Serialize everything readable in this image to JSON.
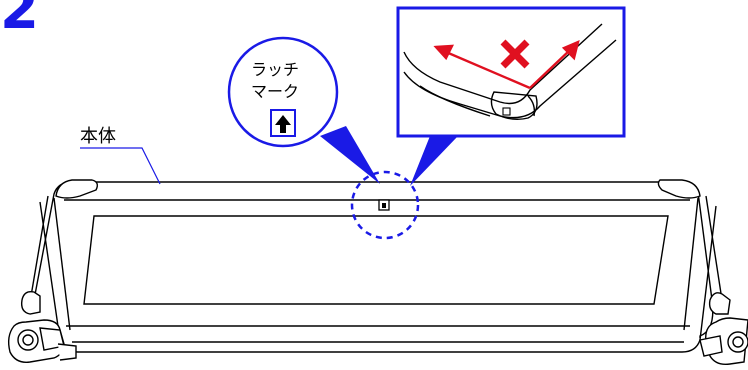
{
  "step": {
    "number": "2"
  },
  "labels": {
    "body": "本体",
    "latch_mark_line1": "ラッチ",
    "latch_mark_line2": "マーク",
    "up_arrow": "↑"
  },
  "marks": {
    "prohibit": "✕"
  },
  "colors": {
    "accent_blue": "#1a1ae6",
    "prohibit_red": "#e01020",
    "line": "#000000"
  }
}
